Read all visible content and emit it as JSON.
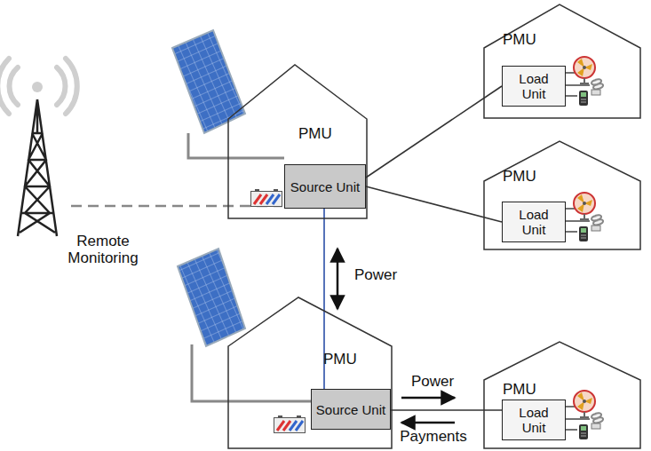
{
  "diagram": {
    "nodes": [
      {
        "text": [
          "PMU"
        ]
      },
      {
        "text": [
          "Source Unit"
        ],
        "in": 0
      },
      {
        "text": [
          "PMU"
        ]
      },
      {
        "text": [
          "Load Unit"
        ],
        "in": 2
      },
      {
        "text": [
          "PMU"
        ]
      },
      {
        "text": [
          "Load Unit"
        ],
        "in": 4
      },
      {
        "text": [
          "PMU"
        ]
      },
      {
        "text": [
          "Source Unit"
        ],
        "in": 6
      },
      {
        "text": [
          "PMU"
        ]
      },
      {
        "text": [
          "Load Unit"
        ],
        "in": 8
      }
    ],
    "edges": [
      {
        "from": 1,
        "to": 3,
        "arrow": "none"
      },
      {
        "from": 1,
        "to": 5,
        "arrow": "none"
      },
      {
        "from": 1,
        "to": 7,
        "arrow": "none"
      },
      {
        "from": 7,
        "to": 9,
        "arrow": "none"
      }
    ],
    "labels": [
      "Remote Monitoring",
      "Power",
      "Power",
      "Payments"
    ]
  }
}
